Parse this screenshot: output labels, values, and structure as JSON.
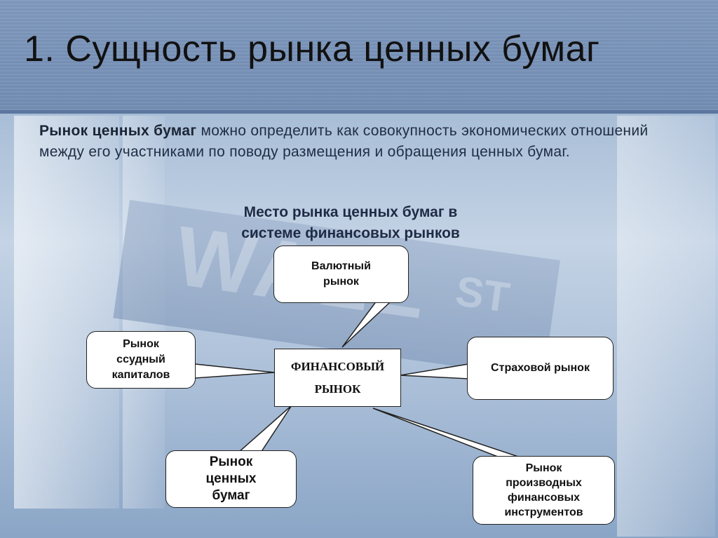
{
  "title": "1. Сущность рынка ценных бумаг",
  "intro": {
    "term": "Рынок ценных бумаг",
    "text": " можно определить как совокупность экономических отношений между его участниками по поводу размещения и обращения ценных бумаг."
  },
  "diagram": {
    "title": "Место рынка ценных бумаг  в\nсистеме финансовых рынков",
    "center": "ФИНАНСОВЫЙ\nРЫНОК",
    "nodes": {
      "currency": "Валютный\nрынок",
      "loan": "Рынок\nссудный\nкапиталов",
      "insurance": "Страховой рынок",
      "securities": "Рынок\nценных\nбумаг",
      "derivatives": "Рынок\nпроизводных\nфинансовых\nинструментов"
    }
  },
  "background": {
    "sign_text": "WALL",
    "sign_street": "ST"
  }
}
